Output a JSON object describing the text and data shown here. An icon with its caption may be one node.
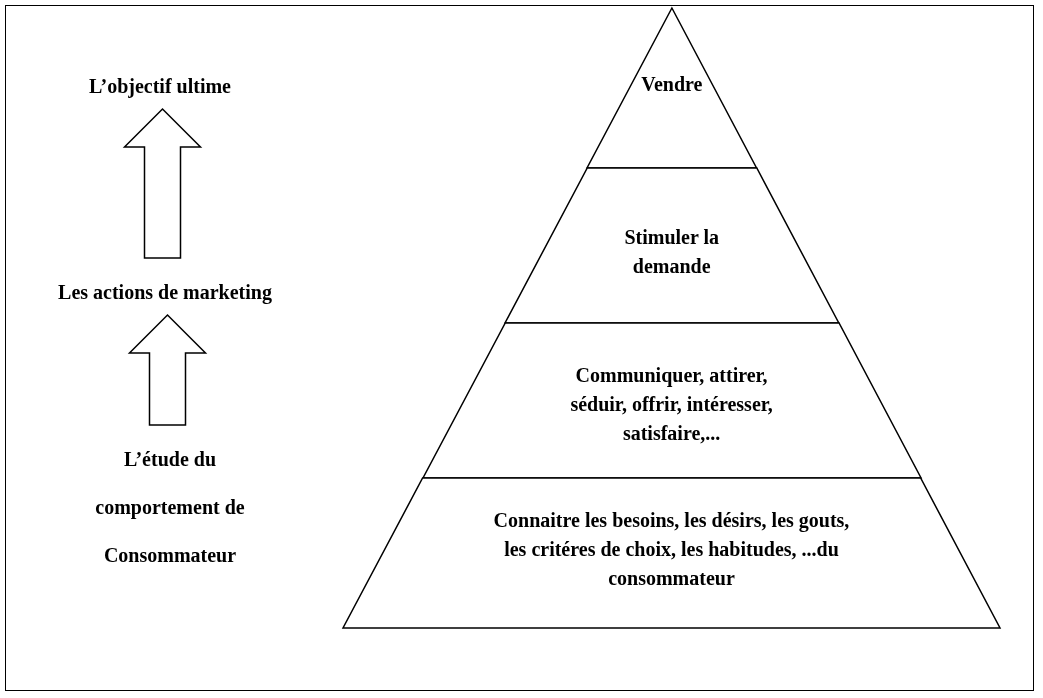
{
  "diagram": {
    "nodes": [
      {
        "text": [
          "L’objectif ultime"
        ]
      },
      {
        "text": [
          "Les actions de marketing"
        ]
      },
      {
        "text": [
          "L’étude du comportement de Consommateur"
        ]
      },
      {
        "text": [
          "Vendre"
        ]
      },
      {
        "text": [
          "Stimuler la demande"
        ]
      },
      {
        "text": [
          "Communiquer, attirer, séduir, offrir, intéresser, satisfaire,..."
        ]
      },
      {
        "text": [
          "Connaitre les besoins, les désirs, les gouts, les critéres de choix, les habitudes, ...du consommateur"
        ]
      }
    ],
    "edges": [
      {
        "from": 2,
        "to": 1,
        "arrow": "to"
      },
      {
        "from": 1,
        "to": 0,
        "arrow": "to"
      }
    ]
  }
}
